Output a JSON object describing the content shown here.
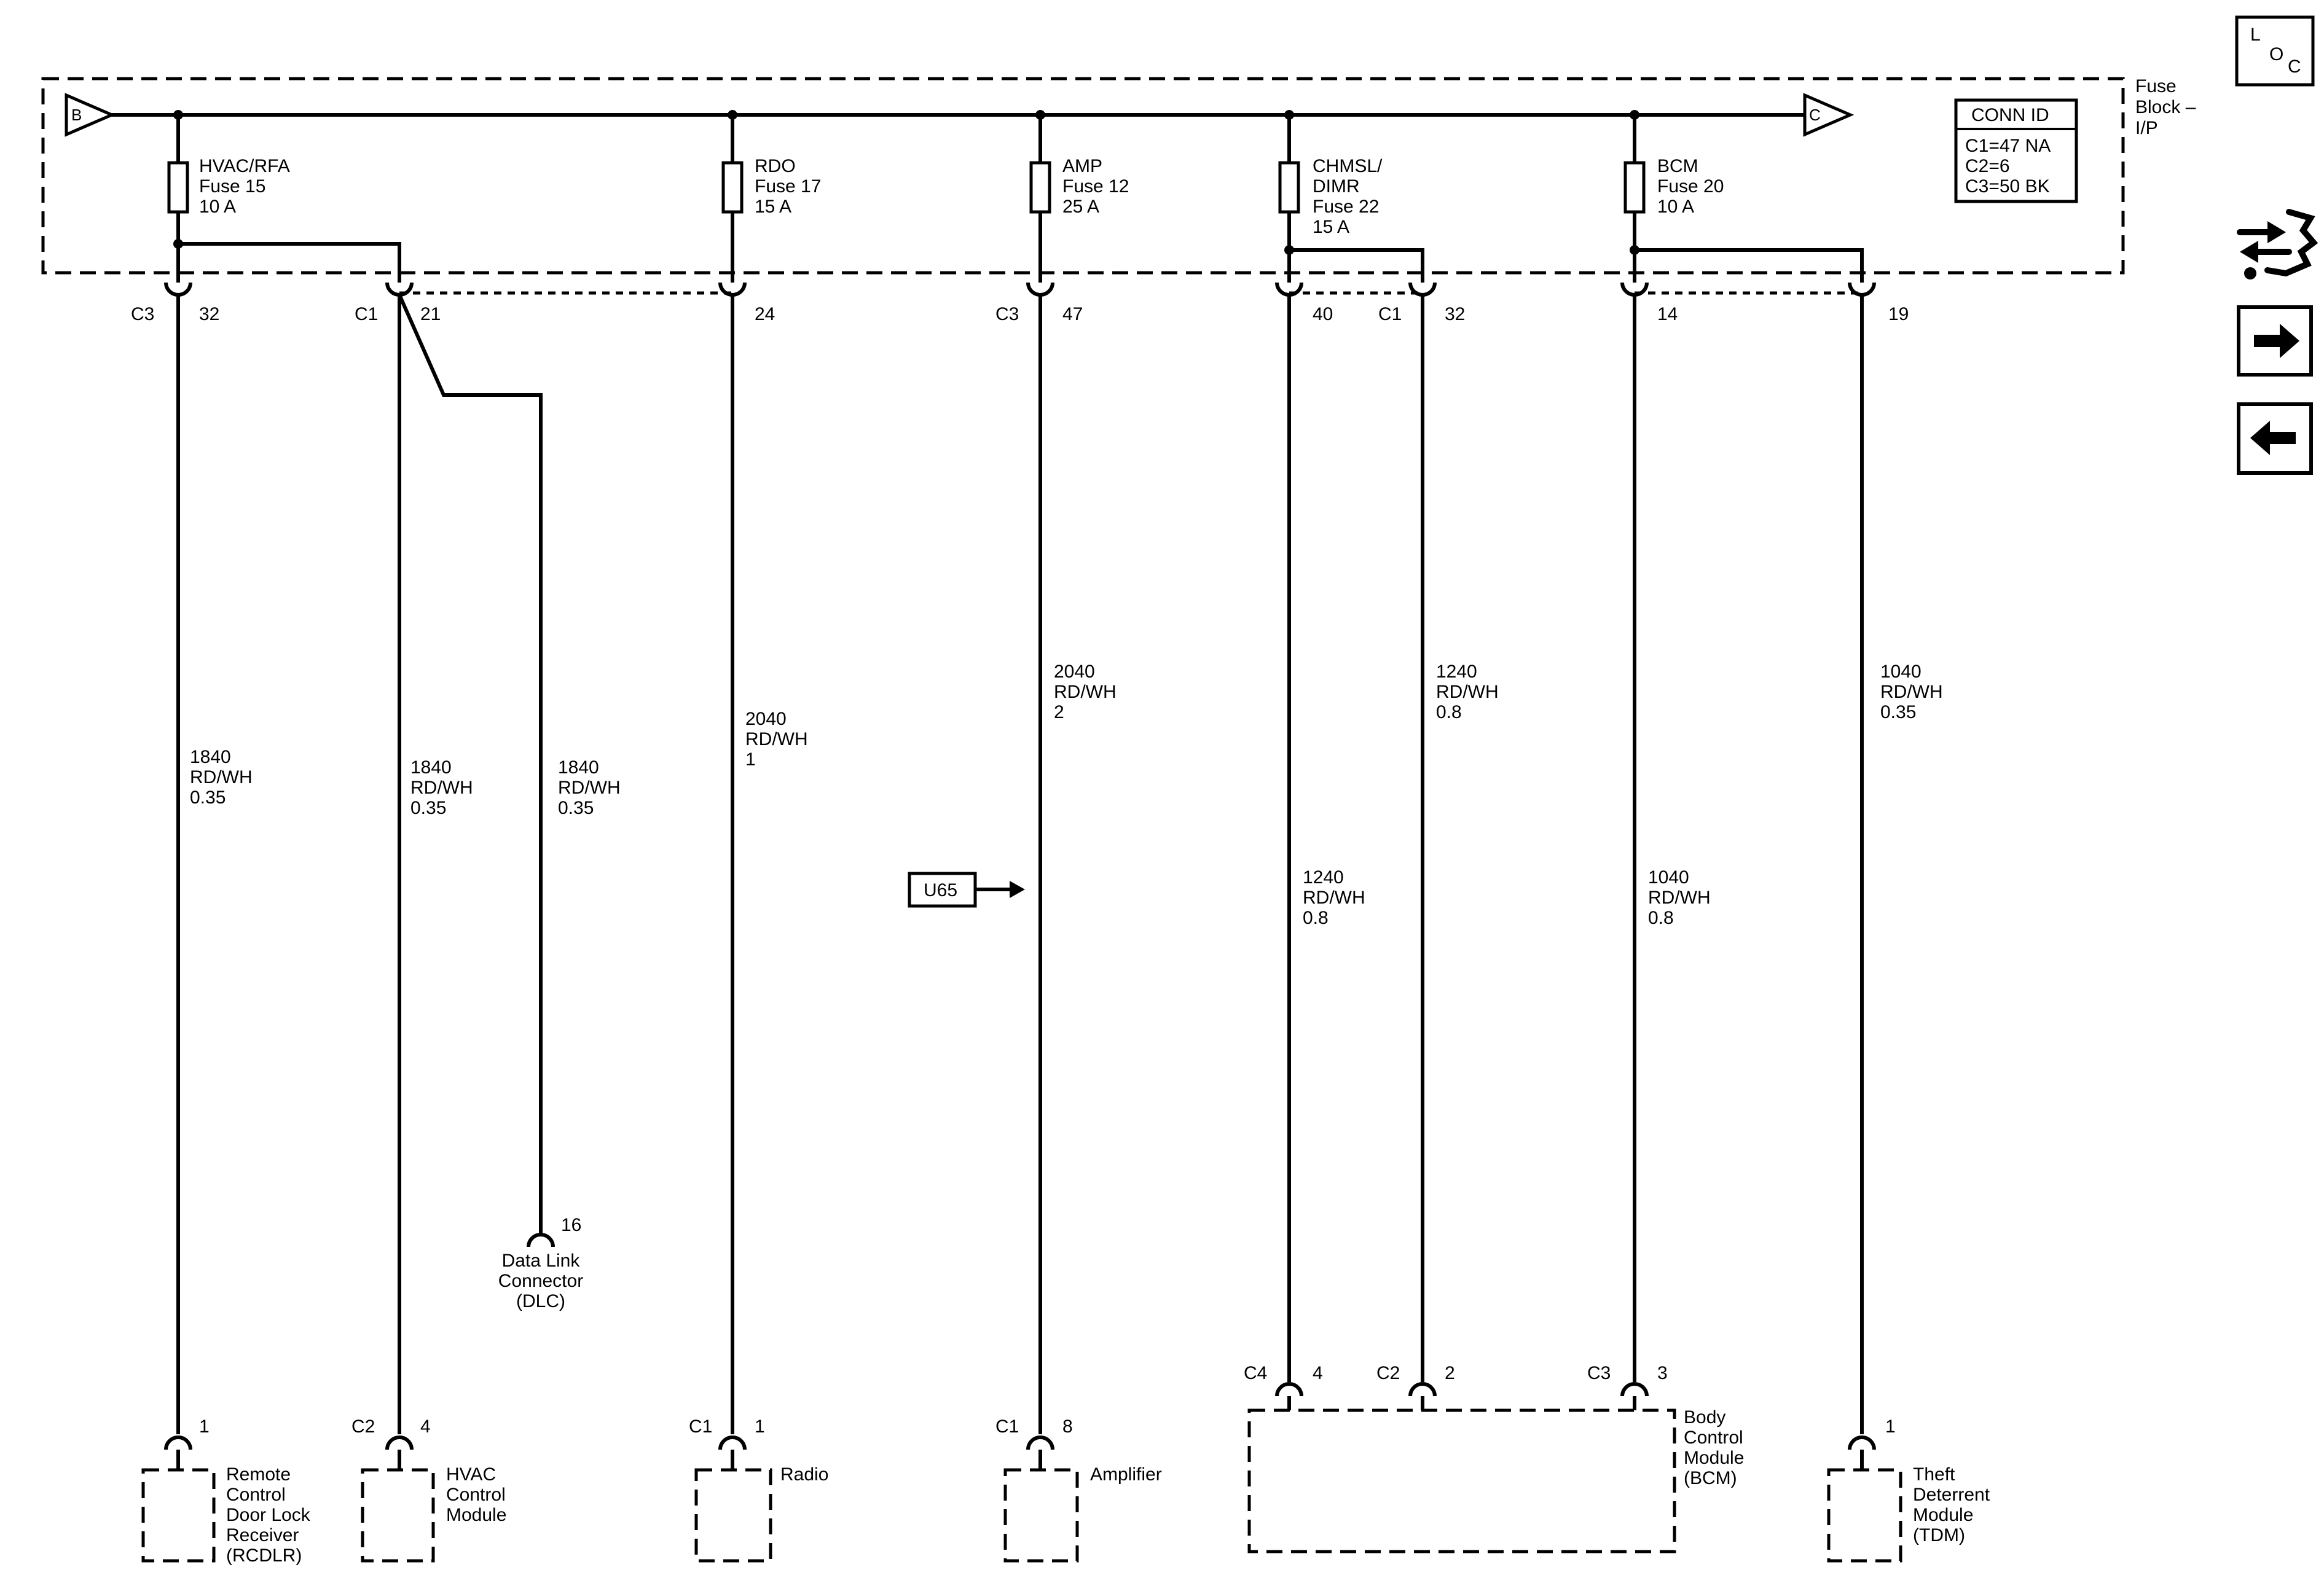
{
  "fuse_block": {
    "label_line1": "Fuse",
    "label_line2": "Block –",
    "label_line3": "I/P",
    "bus_start": "B",
    "bus_end": "C"
  },
  "conn_id": {
    "title": "CONN ID",
    "lines": [
      "C1=47 NA",
      "C2=6",
      "C3=50 BK"
    ]
  },
  "fuses": [
    {
      "lines": [
        "HVAC/RFA",
        "Fuse 15",
        "10 A"
      ]
    },
    {
      "lines": [
        "RDO",
        "Fuse 17",
        "15 A"
      ]
    },
    {
      "lines": [
        "AMP",
        "Fuse 12",
        "25 A"
      ]
    },
    {
      "lines": [
        "CHMSL/",
        "DIMR",
        "Fuse 22",
        "15 A"
      ]
    },
    {
      "lines": [
        "BCM",
        "Fuse 20",
        "10 A"
      ]
    }
  ],
  "top_connectors": [
    {
      "conn": "C3",
      "pin": "32"
    },
    {
      "conn": "C1",
      "pin": "21"
    },
    {
      "conn": "",
      "pin": "24"
    },
    {
      "conn": "C3",
      "pin": "47"
    },
    {
      "conn": "",
      "pin": "40"
    },
    {
      "conn": "C1",
      "pin": "32"
    },
    {
      "conn": "",
      "pin": "14"
    },
    {
      "conn": "",
      "pin": "19"
    }
  ],
  "wires": [
    {
      "lines": [
        "1840",
        "RD/WH",
        "0.35"
      ]
    },
    {
      "lines": [
        "1840",
        "RD/WH",
        "0.35"
      ]
    },
    {
      "lines": [
        "1840",
        "RD/WH",
        "0.35"
      ]
    },
    {
      "lines": [
        "2040",
        "RD/WH",
        "1"
      ]
    },
    {
      "lines": [
        "2040",
        "RD/WH",
        "2"
      ]
    },
    {
      "lines": [
        "1240",
        "RD/WH",
        "0.8"
      ]
    },
    {
      "lines": [
        "1240",
        "RD/WH",
        "0.8"
      ]
    },
    {
      "lines": [
        "1040",
        "RD/WH",
        "0.8"
      ]
    },
    {
      "lines": [
        "1040",
        "RD/WH",
        "0.35"
      ]
    }
  ],
  "dlc": {
    "pin": "16",
    "lines": [
      "Data Link",
      "Connector",
      "(DLC)"
    ]
  },
  "u65": {
    "label": "U65"
  },
  "bottom_connectors": [
    {
      "conn": "",
      "pin": "1"
    },
    {
      "conn": "C2",
      "pin": "4"
    },
    {
      "conn": "C1",
      "pin": "1"
    },
    {
      "conn": "C1",
      "pin": "8"
    },
    {
      "conn": "C4",
      "pin": "4"
    },
    {
      "conn": "C2",
      "pin": "2"
    },
    {
      "conn": "C3",
      "pin": "3"
    },
    {
      "conn": "",
      "pin": "1"
    }
  ],
  "components": [
    {
      "lines": [
        "Remote",
        "Control",
        "Door Lock",
        "Receiver",
        "(RCDLR)"
      ]
    },
    {
      "lines": [
        "HVAC",
        "Control",
        "Module"
      ]
    },
    {
      "lines": [
        "Radio"
      ]
    },
    {
      "lines": [
        "Amplifier"
      ]
    },
    {
      "lines": [
        "Body",
        "Control",
        "Module",
        "(BCM)"
      ]
    },
    {
      "lines": [
        "Theft",
        "Deterrent",
        "Module",
        "(TDM)"
      ]
    }
  ],
  "nav": {
    "loc_l": "L",
    "loc_o": "O",
    "loc_c": "C",
    "icons": [
      "location-icon",
      "connector-view-icon",
      "next-arrow-icon",
      "previous-arrow-icon"
    ]
  }
}
